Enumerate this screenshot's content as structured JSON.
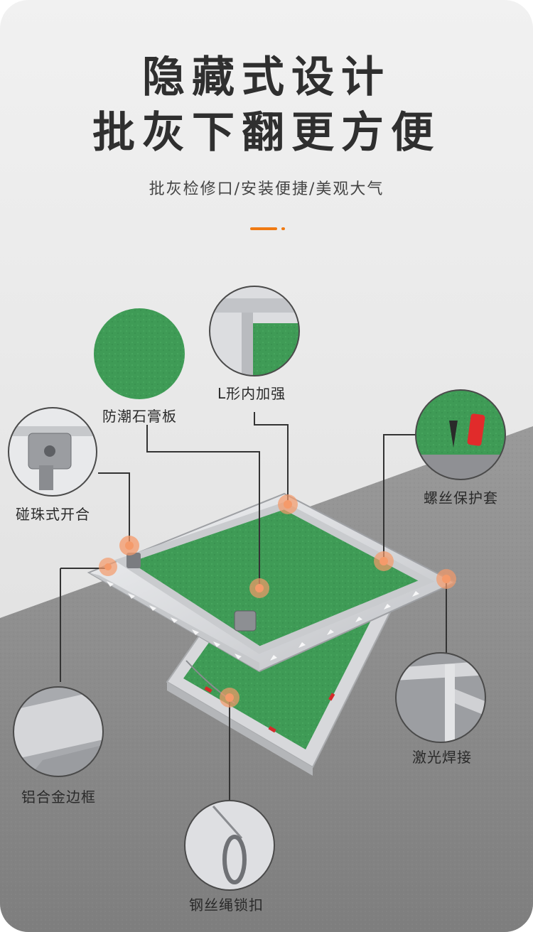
{
  "header": {
    "title_line1": "隐藏式设计",
    "title_line2": "批灰下翻更方便",
    "subtitle": "批灰检修口/安装便捷/美观大气"
  },
  "colors": {
    "accent": "#f07a12",
    "board_green": "#3e9a55",
    "frame_silver": "#d9dadd",
    "floor_gray": "#8c8c8c",
    "hotspot": "#f59a6a"
  },
  "callouts": {
    "gypsum": "防潮石膏板",
    "l_shape": "L形内加强",
    "latch": "碰珠式开合",
    "screw": "螺丝保护套",
    "weld": "激光焊接",
    "frame": "铝合金边框",
    "wire": "钢丝绳锁扣"
  }
}
